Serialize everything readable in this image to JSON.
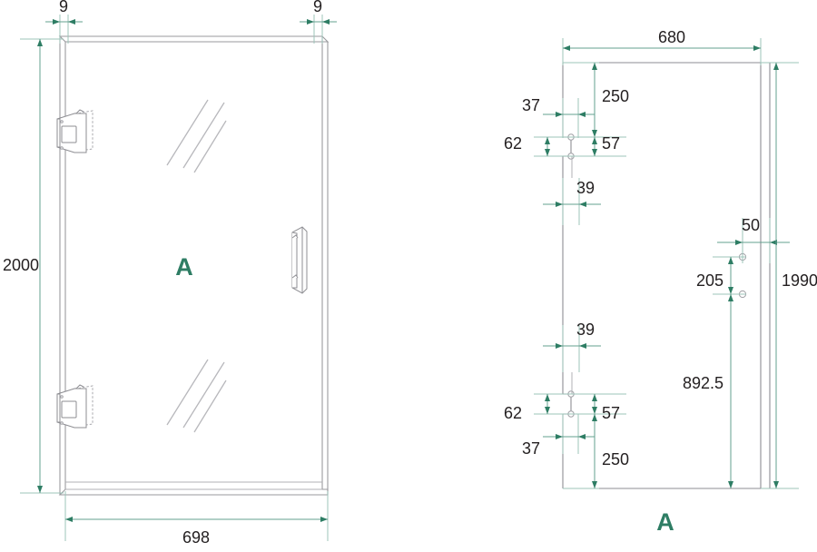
{
  "drawing": {
    "title": "Shower Door Technical Drawing",
    "accent_color": "#2e7d64",
    "dimension_line_color": "#63a08f",
    "geometry_line_color": "#8e8e93",
    "units": "mm"
  },
  "left_view": {
    "name": "door-elevation-view",
    "label": "A",
    "dimensions": {
      "gap_left": "9",
      "gap_right": "9",
      "height": "2000",
      "width": "698"
    },
    "features": {
      "hinge_count": 2,
      "handle": "vertical-bar-handle",
      "glass_reflection_lines": 3
    }
  },
  "right_view": {
    "name": "glass-panel-detail-view",
    "label": "A",
    "dimensions": {
      "panel_width": "680",
      "panel_height": "1990",
      "top_notch_from_top": "250",
      "top_notch_inset": "37",
      "top_notch_height": "62",
      "top_notch_depth": "57",
      "top_notch_tail": "39",
      "hole_from_edge": "50",
      "hole_spacing": "205",
      "hole_from_bottom": "892.5",
      "bottom_notch_tail": "39",
      "bottom_notch_height": "62",
      "bottom_notch_depth": "57",
      "bottom_notch_inset": "37",
      "bottom_notch_from_bottom": "250"
    },
    "features": {
      "notch_count": 2,
      "hole_count": 2
    }
  },
  "dimension_labels": [
    {
      "id": "left-gap-left",
      "value": "9"
    },
    {
      "id": "left-gap-right",
      "value": "9"
    },
    {
      "id": "left-height",
      "value": "2000"
    },
    {
      "id": "left-width",
      "value": "698"
    },
    {
      "id": "right-width",
      "value": "680"
    },
    {
      "id": "right-top-250",
      "value": "250"
    },
    {
      "id": "right-top-37",
      "value": "37"
    },
    {
      "id": "right-top-62",
      "value": "62"
    },
    {
      "id": "right-top-57",
      "value": "57"
    },
    {
      "id": "right-top-39",
      "value": "39"
    },
    {
      "id": "right-hole-50",
      "value": "50"
    },
    {
      "id": "right-hole-205",
      "value": "205"
    },
    {
      "id": "right-height-1990",
      "value": "1990"
    },
    {
      "id": "right-bot-39",
      "value": "39"
    },
    {
      "id": "right-bot-62",
      "value": "62"
    },
    {
      "id": "right-bot-57",
      "value": "57"
    },
    {
      "id": "right-bot-37",
      "value": "37"
    },
    {
      "id": "right-bot-250",
      "value": "250"
    },
    {
      "id": "right-892",
      "value": "892.5"
    },
    {
      "id": "left-label-a",
      "value": "A"
    },
    {
      "id": "right-label-a",
      "value": "A"
    }
  ]
}
